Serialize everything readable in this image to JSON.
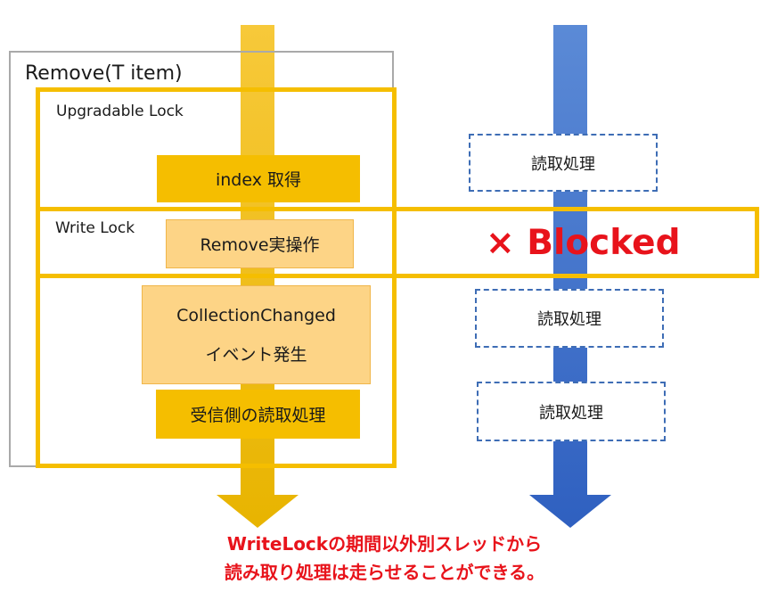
{
  "remove_block": {
    "title": "Remove(T item)"
  },
  "upgradable_lock": {
    "label": "Upgradable Lock"
  },
  "write_lock": {
    "label": "Write Lock"
  },
  "writer_steps": {
    "get_index": "index 取得",
    "remove_op": "Remove実操作",
    "event_line1": "CollectionChanged",
    "event_line2": "イベント発生",
    "receiver_read": "受信側の読取処理"
  },
  "reader_steps": {
    "read_1": "読取処理",
    "blocked": "× Blocked",
    "read_2": "読取処理",
    "read_3": "読取処理"
  },
  "note": {
    "line1": "WriteLockの期間以外別スレッドから",
    "line2": "読み取り処理は走らせることができる。"
  },
  "colors": {
    "writer_thread": "#f5be00",
    "reader_thread": "#3a6fc8",
    "lock_frame": "#f5be00",
    "blocked_text": "#e8131b",
    "note_text": "#e8131b"
  }
}
